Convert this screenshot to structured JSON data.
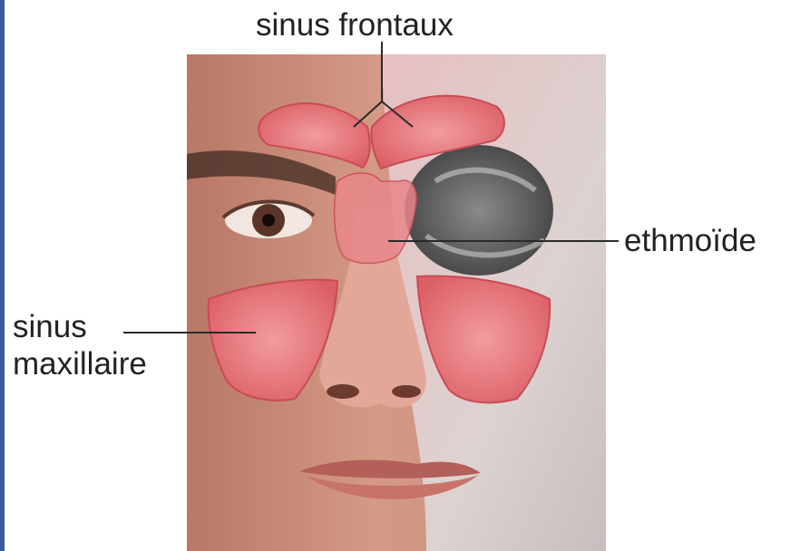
{
  "labels": {
    "frontal": "sinus frontaux",
    "ethmoid": "ethmoïde",
    "maxillary_line1": "sinus",
    "maxillary_line2": "maxillaire"
  },
  "colors": {
    "left_rule": "#3c5a9a",
    "sinus": "#e36f72",
    "skin": "#c98b78",
    "skull": "#d9d3d1"
  }
}
